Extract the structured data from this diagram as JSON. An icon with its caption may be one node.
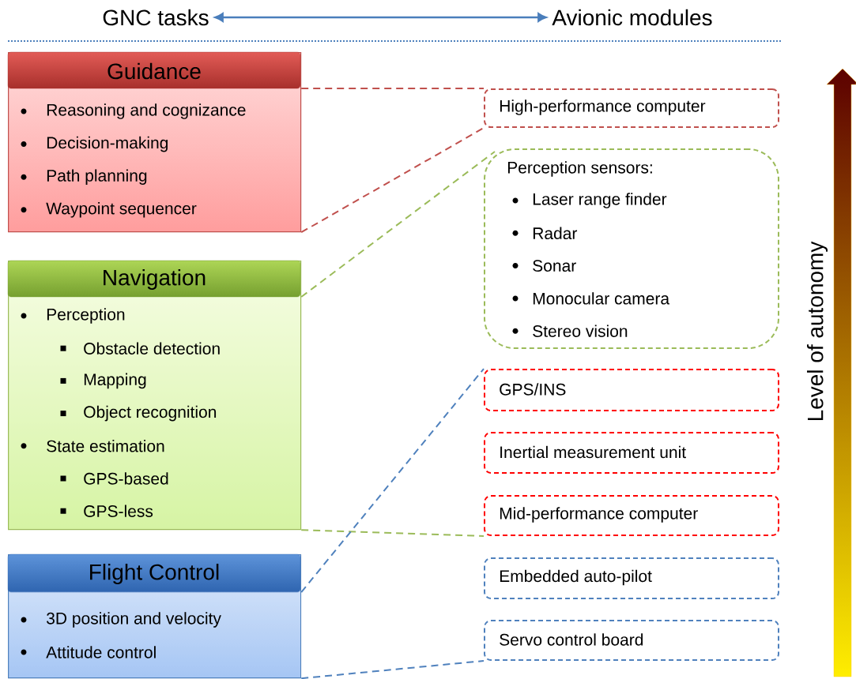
{
  "diagram": {
    "nodes": [
      {
        "text": [
          "GNC tasks"
        ]
      },
      {
        "text": [
          "Avionic modules"
        ]
      },
      {
        "text": [
          "Guidance",
          "Reasoning and cognizance",
          "Decision-making",
          "Path planning",
          "Waypoint sequencer"
        ]
      },
      {
        "text": [
          "Navigation",
          "Perception",
          "Obstacle detection",
          "Mapping",
          "Object recognition",
          "State estimation",
          "GPS-based",
          "GPS-less"
        ]
      },
      {
        "text": [
          "Flight Control",
          "3D position and velocity",
          "Attitude control"
        ]
      },
      {
        "text": [
          "High-performance computer"
        ]
      },
      {
        "text": [
          "Perception sensors:",
          "Laser range finder",
          "Radar",
          "Sonar",
          "Monocular camera",
          "Stereo vision"
        ]
      },
      {
        "text": [
          "GPS/INS"
        ]
      },
      {
        "text": [
          "Inertial measurement unit"
        ]
      },
      {
        "text": [
          "Mid-performance computer"
        ]
      },
      {
        "text": [
          "Embedded auto-pilot"
        ]
      },
      {
        "text": [
          "Servo control board"
        ]
      }
    ],
    "edges": [
      {
        "from": 0,
        "to": 1,
        "arrow": "both",
        "color": "#4a7ebb"
      },
      {
        "from": 2,
        "to": 5,
        "arrow": "none",
        "style": "dashed",
        "color": "#c0504d"
      },
      {
        "from": 2,
        "to": 5,
        "arrow": "none",
        "style": "dashed",
        "color": "#c0504d"
      },
      {
        "from": 3,
        "to": 6,
        "arrow": "none",
        "style": "dashed",
        "color": "#9bbb59"
      },
      {
        "from": 3,
        "to": 9,
        "arrow": "none",
        "style": "dashed",
        "color": "#9bbb59"
      },
      {
        "from": 4,
        "to": 7,
        "arrow": "none",
        "style": "dashed",
        "color": "#4f81bd"
      },
      {
        "from": 4,
        "to": 11,
        "arrow": "none",
        "style": "dashed",
        "color": "#4f81bd"
      }
    ],
    "labels": [
      "Level of autonomy"
    ]
  }
}
